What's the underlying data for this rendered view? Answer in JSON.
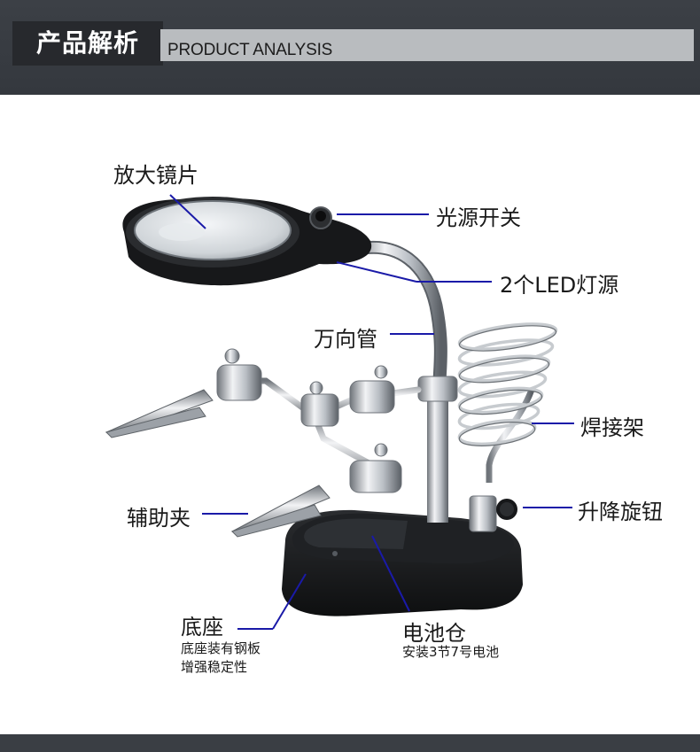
{
  "header": {
    "title_cn": "产品解析",
    "title_en": "PRODUCT ANALYSIS"
  },
  "labels": {
    "magnifier": "放大镜片",
    "light_switch": "光源开关",
    "led": "2个LED灯源",
    "gooseneck": "万向管",
    "solder_stand": "焊接架",
    "knob": "升降旋钮",
    "clip": "辅助夹",
    "base": "底座",
    "base_note_1": "底座装有钢板",
    "base_note_2": "增强稳定性",
    "battery": "电池仓",
    "battery_note": "安装3节7号电池"
  },
  "colors": {
    "header_bg": "#3c4046",
    "title_box": "#27292d",
    "title_bar": "#b9bcbf",
    "callout_line": "#1a1aa8"
  }
}
